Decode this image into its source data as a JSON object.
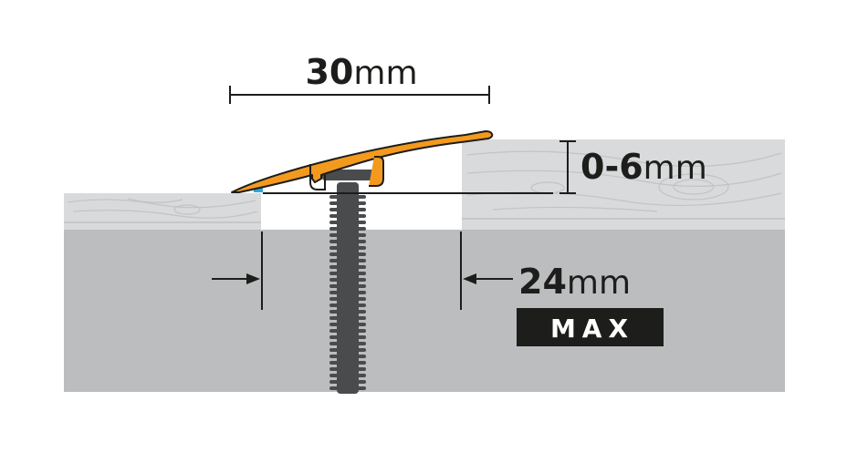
{
  "labels": {
    "width": {
      "value": "30",
      "unit": "mm"
    },
    "height": {
      "value": "0-6",
      "unit": "mm"
    },
    "gap": {
      "value": "24",
      "unit": "mm"
    },
    "max": "MAX"
  },
  "colors": {
    "subfloor": "#bcbdbf",
    "floorboard": "#d9dadb",
    "woodgrain": "#c2c3c5",
    "profile": "#f39a1e",
    "profile_outline": "#1d1d1b",
    "screw": "#4a4b4d",
    "tape": "#29a8e0",
    "ink": "#1d1d1b",
    "badge_bg": "#1d1d1b",
    "badge_text": "#ffffff"
  },
  "icons": [
    "transition-profile-icon",
    "screw-icon",
    "dimension-arrow-icon"
  ]
}
